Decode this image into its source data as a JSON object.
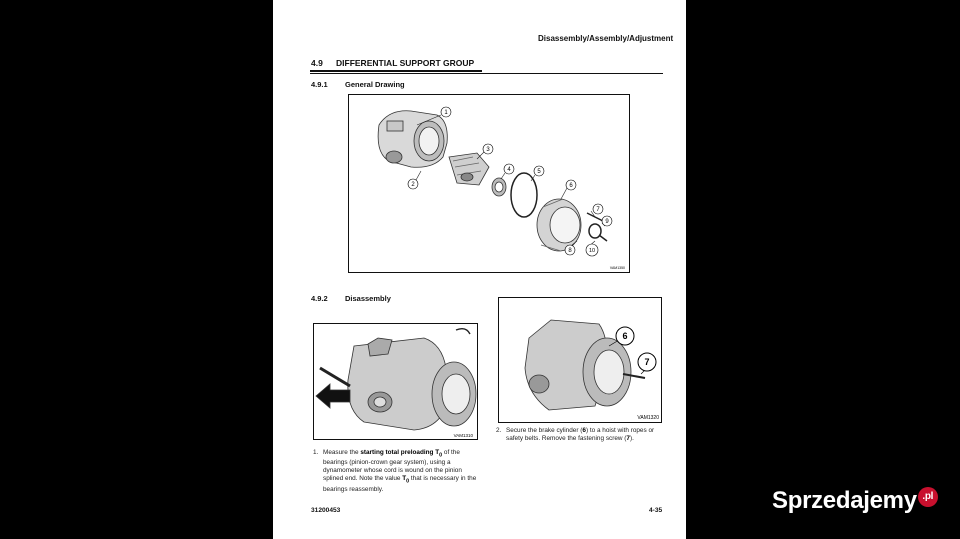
{
  "header": {
    "title": "Disassembly/Assembly/Adjustment"
  },
  "section": {
    "number": "4.9",
    "title": "DIFFERENTIAL SUPPORT GROUP"
  },
  "sub1": {
    "number": "4.9.1",
    "title": "General Drawing"
  },
  "sub2": {
    "number": "4.9.2",
    "title": "Disassembly"
  },
  "drawing": {
    "callouts": [
      "1",
      "2",
      "3",
      "4",
      "5",
      "6",
      "7",
      "8",
      "9",
      "10"
    ],
    "code": "VAM1350"
  },
  "photo1": {
    "code": "VAM1310"
  },
  "photo2": {
    "code": "VAM1320",
    "callouts": [
      "6",
      "7"
    ]
  },
  "step1": {
    "number": "1.",
    "pre": "Measure the ",
    "bold": "starting total preloading T",
    "sub": "0",
    "post": " of the bearings (pinion-crown gear system), using a dynamometer whose cord is wound on the pinion splined end. Note the value ",
    "bold2": "T",
    "sub2": "0",
    "end": " that is necessary in the bearings reassembly."
  },
  "step2": {
    "number": "2.",
    "pre": "Secure the brake cylinder (",
    "b1": "6",
    "mid": ") to a hoist with ropes or safety belts. Remove the fastening screw (",
    "b2": "7",
    "end": ")."
  },
  "footer": {
    "doc": "31200453",
    "page": "4-35"
  },
  "watermark": {
    "brand": "Sprzedajemy",
    "tld": ".pl"
  }
}
